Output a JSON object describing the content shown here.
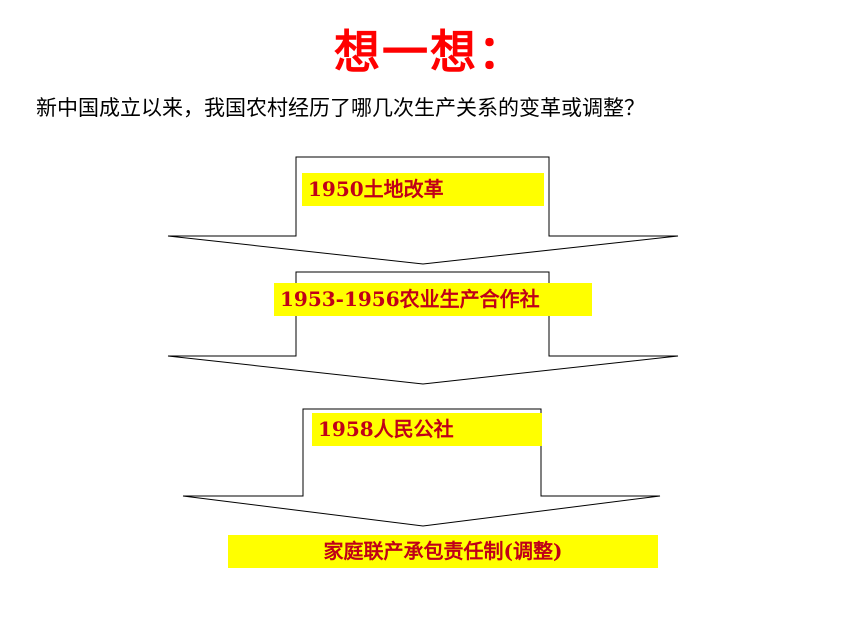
{
  "title": "想一想：",
  "question": "新中国成立以来，我国农村经历了哪几次生产关系的变革或调整？",
  "flow_steps": [
    {
      "label": "1950土地改革"
    },
    {
      "label": "1953-1956农业生产合作社"
    },
    {
      "label": "1958人民公社"
    },
    {
      "label": "家庭联产承包责任制(调整)"
    }
  ],
  "colors": {
    "title": "#ff0000",
    "label_text": "#c00018",
    "label_background": "#ffff00",
    "arrow_stroke": "#000000"
  }
}
